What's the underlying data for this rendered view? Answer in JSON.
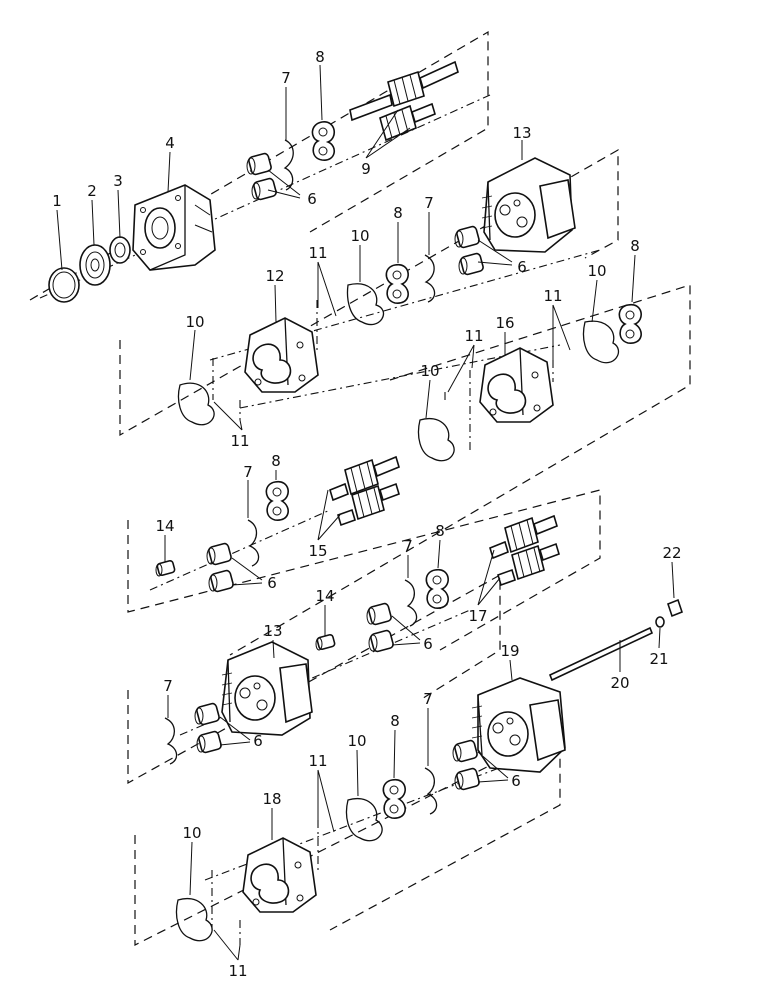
{
  "diagram": {
    "callouts": {
      "c1": "1",
      "c2": "2",
      "c3": "3",
      "c4": "4",
      "c7a": "7",
      "c8a": "8",
      "c6a": "6",
      "c9": "9",
      "c13a": "13",
      "c10a": "10",
      "c8b": "8",
      "c7b": "7",
      "c6b": "6",
      "c11a": "11",
      "c12": "12",
      "c10b": "10",
      "c11b": "11",
      "c10c": "10",
      "c8c": "8",
      "c11c": "11",
      "c16": "16",
      "c11d": "11",
      "c10d": "10",
      "c8d": "8",
      "c7c": "7",
      "c14a": "14",
      "c6c": "6",
      "c15": "15",
      "c7d": "7",
      "c8e": "8",
      "c14b": "14",
      "c6d": "6",
      "c17": "17",
      "c22": "22",
      "c21": "21",
      "c20": "20",
      "c13b": "13",
      "c7e": "7",
      "c6e": "6",
      "c19": "19",
      "c11e": "11",
      "c10e": "10",
      "c8f": "8",
      "c7f": "7",
      "c6f": "6",
      "c18": "18",
      "c10f": "10",
      "c11f": "11"
    }
  }
}
